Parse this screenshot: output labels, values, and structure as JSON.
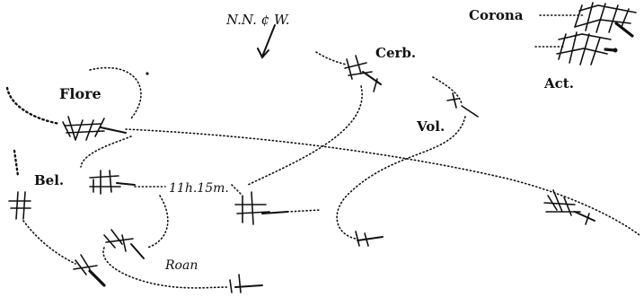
{
  "labels": {
    "direction": "N.N. ¢ W.",
    "corona": "Corona",
    "cerb": "Cerb.",
    "act": "Act.",
    "flore": "Flore",
    "vol": "Vol.",
    "bel": "Bel.",
    "time": "11h.15m.",
    "roan": "Roan"
  }
}
